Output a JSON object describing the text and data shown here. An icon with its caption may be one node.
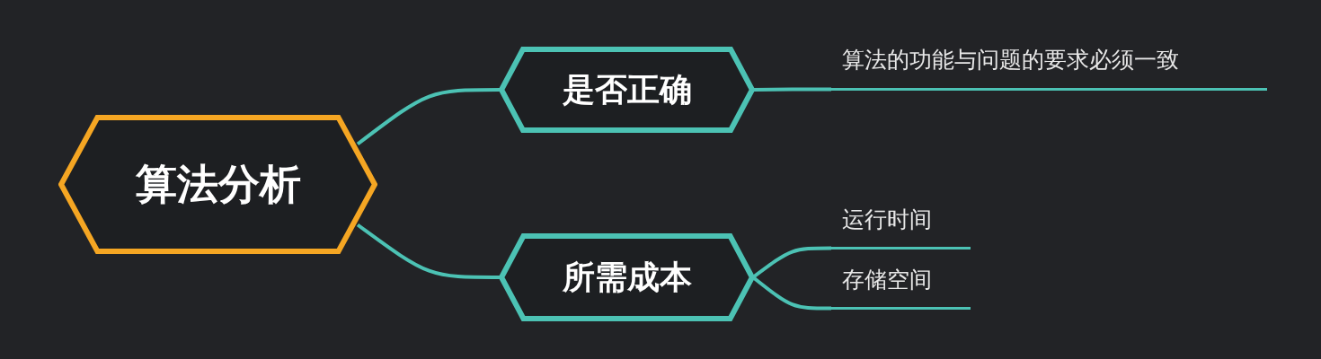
{
  "diagram": {
    "nodes": [
      {
        "text": [
          "算法分析"
        ]
      },
      {
        "text": [
          "是否正确"
        ]
      },
      {
        "text": [
          "所需成本"
        ]
      },
      {
        "text": [
          "算法的功能与问题的要求必须一致"
        ]
      },
      {
        "text": [
          "运行时间"
        ]
      },
      {
        "text": [
          "存储空间"
        ]
      }
    ],
    "edges": [
      {
        "from": 0,
        "to": 1,
        "arrow": "none"
      },
      {
        "from": 0,
        "to": 2,
        "arrow": "none"
      },
      {
        "from": 1,
        "to": 3,
        "arrow": "none"
      },
      {
        "from": 2,
        "to": 4,
        "arrow": "none"
      },
      {
        "from": 2,
        "to": 5,
        "arrow": "none"
      }
    ]
  }
}
